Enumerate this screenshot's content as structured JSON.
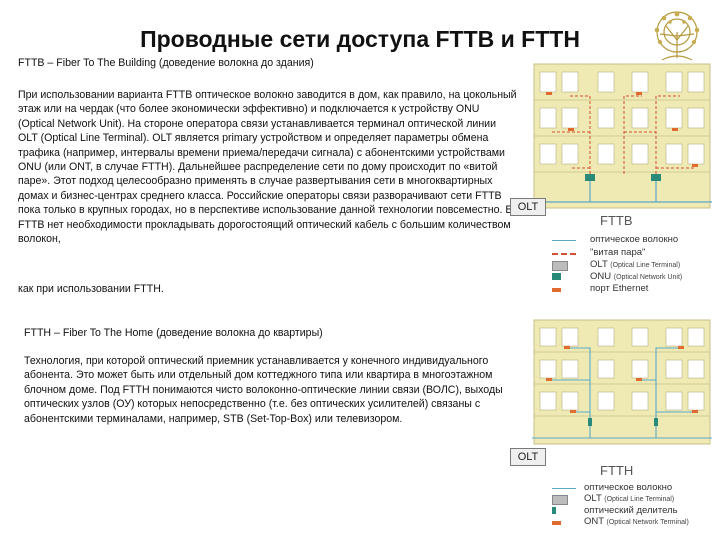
{
  "title": "Проводные сети доступа FTTB и FTTH",
  "fttb": {
    "heading": "FTTB – Fiber To The Building (доведение волокна до здания)",
    "body": "При использовании варианта FTTB оптическое волокно заводится в дом, как правило, на цокольный этаж или на чердак (что более экономически эффективно) и подключается к устройству ONU (Optical Network Unit). На стороне оператора связи устанавливается терминал оптической линии OLT (Optical Line Terminal). OLT является primary устройством и определяет параметры обмена трафика (например, интервалы времени приема/передачи сигнала) с абонентскими устройствами ONU (или ONT, в случае FTTH). Дальнейшее распределение сети по дому происходит по «витой паре». Этот подход целесообразно применять в случае развертывания сети в многоквартирных домах и бизнес-центрах среднего класса. Российские операторы связи разворачивают сети FTTB пока только в крупных городах, но в перспективе использование данной технологии повсеместно. В FTTB нет необходимости прокладывать дорогостоящий оптический кабель с большим количеством волокон,",
    "tail": "как при использовании FTTH."
  },
  "ftth": {
    "heading": "FTTH – Fiber To The Home (доведение волокна до квартиры)",
    "body": "Технология, при которой оптический приемник устанавливается у конечного индивидуального абонента. Это может быть или отдельный дом коттеджного типа или квартира в многоэтажном блочном доме. Под FTTH понимаются чисто волоконно-оптические линии связи (ВОЛС), выходы оптических узлов (ОУ) которых непосредственно (т.е. без оптических усилителей) связаны с абонентскими терминалами, например, STB (Set-Top-Box) или телевизором."
  },
  "diagram1": {
    "olt": "OLT",
    "caption": "FTTB",
    "legend": {
      "fiber": "оптическое волокно",
      "twisted": "\"витая пара\"",
      "olt_label": "OLT",
      "olt_note": "(Optical Line Terminal)",
      "onu_label": "ONU",
      "onu_note": "(Optical Network Unit)",
      "eth": "порт Ethernet"
    }
  },
  "diagram2": {
    "olt": "OLT",
    "caption": "FTTH",
    "legend": {
      "fiber": "оптическое волокно",
      "olt_label": "OLT",
      "olt_note": "(Optical Line Terminal)",
      "splitter": "оптический делитель",
      "ont_label": "ONT",
      "ont_note": "(Optical Network Terminal)"
    }
  },
  "colors": {
    "building": "#efe9b4",
    "window": "#ffffff",
    "fiber": "#5aa9c8",
    "twisted": "#d05030",
    "onu": "#2a8a7a",
    "ethernet": "#e06a30"
  }
}
